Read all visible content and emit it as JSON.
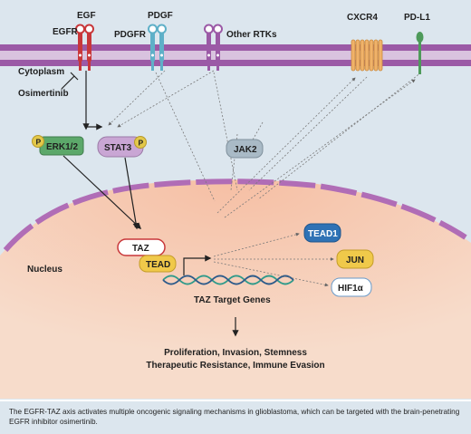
{
  "labels": {
    "egf": "EGF",
    "egfr": "EGFR",
    "pdgf": "PDGF",
    "pdgfr": "PDGFR",
    "other_rtks": "Other RTKs",
    "cxcr4": "CXCR4",
    "pdl1": "PD-L1",
    "cytoplasm": "Cytoplasm",
    "osimertinib": "Osimertinib",
    "erk": "ERK1/2",
    "stat3": "STAT3",
    "jak2": "JAK2",
    "p": "P",
    "taz": "TAZ",
    "tead": "TEAD",
    "tead1": "TEAD1",
    "jun": "JUN",
    "hif1a": "HIF1α",
    "nucleus": "Nucleus",
    "target_genes": "TAZ Target Genes",
    "outcome_line1": "Proliferation, Invasion, Stemness",
    "outcome_line2": "Therapeutic Resistance, Immune Evasion"
  },
  "caption": "The EGFR-TAZ axis activates multiple oncogenic signaling mechanisms in glioblastoma, which can be targeted with the brain-penetrating EGFR inhibitor osimertinib.",
  "colors": {
    "membrane": "#9b5aa6",
    "background": "#dce6ee",
    "nucleus": "#f3c7b0",
    "erk": "#5ca86a",
    "stat3": "#c9a6d4",
    "jak2": "#a9bac6",
    "tead1": "#2f72b5",
    "jun": "#f0c94a",
    "hif1a": "#ffffff",
    "phospho": "#e3c84a"
  }
}
